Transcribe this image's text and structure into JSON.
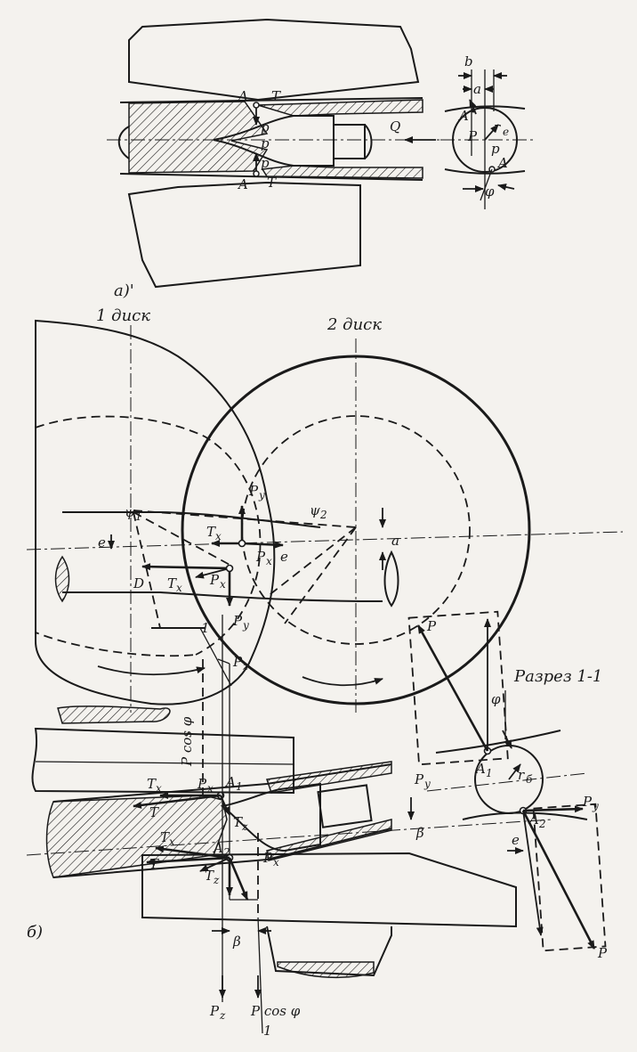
{
  "fig_a": {
    "caption": "a)'",
    "labels": {
      "A_top": "A",
      "T_top": "T",
      "p_top": "p",
      "p_mid": "p",
      "A_bot": "A",
      "T_bot": "T",
      "p_bot": "p",
      "Q": "Q",
      "b": "b",
      "a": "a",
      "A_detail_top": "A",
      "P_detail": "P",
      "r_e": "r",
      "r_e_sub": "e",
      "p_detail": "p",
      "A_detail_bot": "A",
      "phi": "φ"
    }
  },
  "fig_b": {
    "caption": "б)",
    "disk1": "1 диск",
    "disk2": "2 диск",
    "section_title": "Разрез 1-1",
    "labels": {
      "psi1": "ψ",
      "psi1_sub": "1",
      "psi2": "ψ",
      "psi2_sub": "2",
      "Py_top": "P",
      "Py_top_sub": "y",
      "Tx_mid": "T",
      "Tx_mid_sub": "x",
      "Px_mid": "P",
      "Px_mid_sub": "x",
      "e_mid": "e",
      "e_left": "e",
      "a_right": "a",
      "d_mark": "D",
      "Tx_left": "T",
      "Tx_left_sub": "x",
      "P_left": "P",
      "P_left_sub": "x",
      "Py_down": "P",
      "Py_down_sub": "y",
      "one_top": "1",
      "Pz_top": "P",
      "Pz_top_sub": "z",
      "pcos_left": "P cos φ",
      "Tx_work1": "T",
      "Tx_work1_sub": "x",
      "Px_work1": "P",
      "Px_work1_sub": "x",
      "A1_work": "A",
      "A1_work_sub": "1",
      "T_work1": "T",
      "Tz_work1": "T",
      "Tz_work1_sub": "z",
      "Tx_work2": "T",
      "Tx_work2_sub": "x",
      "A2_work": "A",
      "A2_work_sub": "2",
      "T_work2": "T",
      "Tz_work2": "T",
      "Tz_work2_sub": "z",
      "Px_work2": "P",
      "Px_work2_sub": "x",
      "beta_right": "β",
      "beta_bottom": "β",
      "Pz_bottom": "P",
      "Pz_bottom_sub": "z",
      "Pcos_bottom": "P cos φ",
      "one_bottom": "1",
      "P_sec_top": "P",
      "phi_sec": "φ",
      "Py_sec_left": "P",
      "Py_sec_left_sub": "y",
      "A1_sec": "A",
      "A1_sec_sub": "1",
      "r_sec": "r",
      "r_sec_sub": "б",
      "Py_sec_right": "P",
      "Py_sec_right_sub": "y",
      "A2_sec": "A",
      "A2_sec_sub": "2",
      "e_sec": "e",
      "P_sec_bot": "P"
    }
  }
}
